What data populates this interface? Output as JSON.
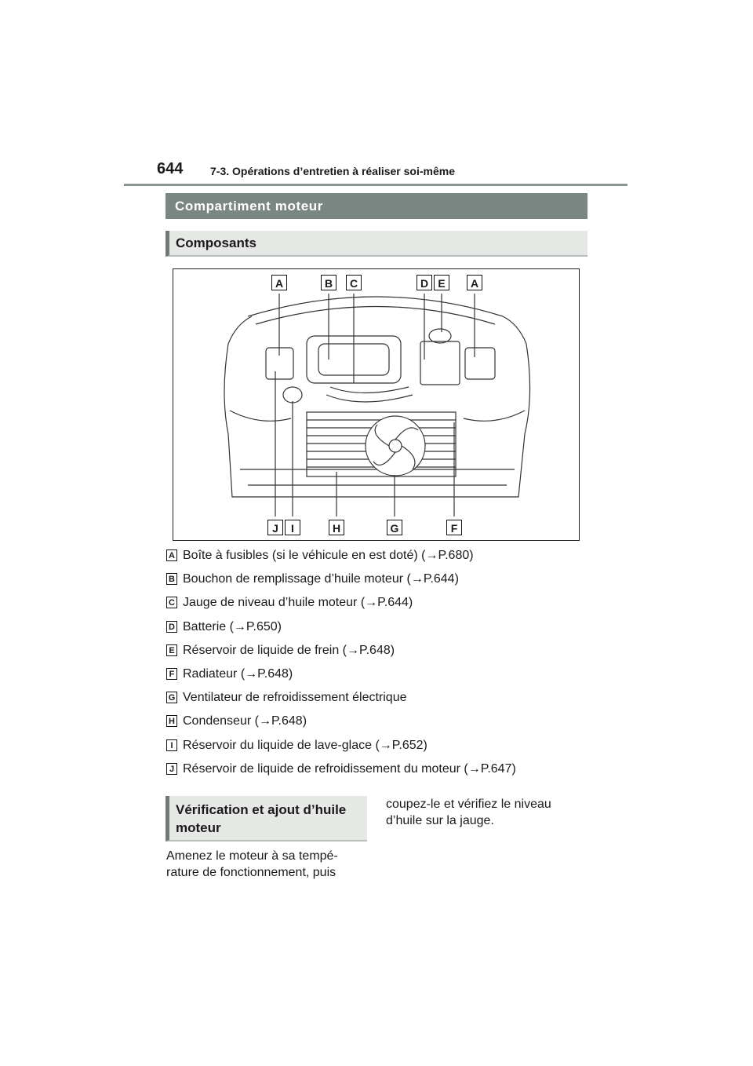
{
  "header": {
    "page_number": "644",
    "chapter": "7-3. Opérations d’entretien à réaliser soi-même"
  },
  "section": {
    "title": "Compartiment moteur"
  },
  "subsection": {
    "title": "Composants"
  },
  "figure": {
    "labels_top": [
      "A",
      "B",
      "C",
      "D",
      "E",
      "A"
    ],
    "labels_bottom": [
      "J",
      "I",
      "H",
      "G",
      "F"
    ]
  },
  "legend": [
    {
      "letter": "A",
      "text": "Boîte à fusibles (si le véhicule en est doté) (→P.680)"
    },
    {
      "letter": "B",
      "text": "Bouchon de remplissage d’huile moteur (→P.644)"
    },
    {
      "letter": "C",
      "text": "Jauge de niveau d’huile moteur (→P.644)"
    },
    {
      "letter": "D",
      "text": "Batterie (→P.650)"
    },
    {
      "letter": "E",
      "text": "Réservoir de liquide de frein (→P.648)"
    },
    {
      "letter": "F",
      "text": "Radiateur (→P.648)"
    },
    {
      "letter": "G",
      "text": "Ventilateur de refroidissement électrique"
    },
    {
      "letter": "H",
      "text": "Condenseur (→P.648)"
    },
    {
      "letter": "I",
      "text": "Réservoir du liquide de lave-glace (→P.652)"
    },
    {
      "letter": "J",
      "text": "Réservoir de liquide de refroidissement du moteur (→P.647)"
    }
  ],
  "oil_section": {
    "title": "Vérification et ajout d’huile moteur",
    "para_left": "Amenez le moteur à sa tempé-rature de fonctionnement, puis",
    "para_right": "coupez-le et vérifiez le niveau d’huile sur la jauge."
  }
}
